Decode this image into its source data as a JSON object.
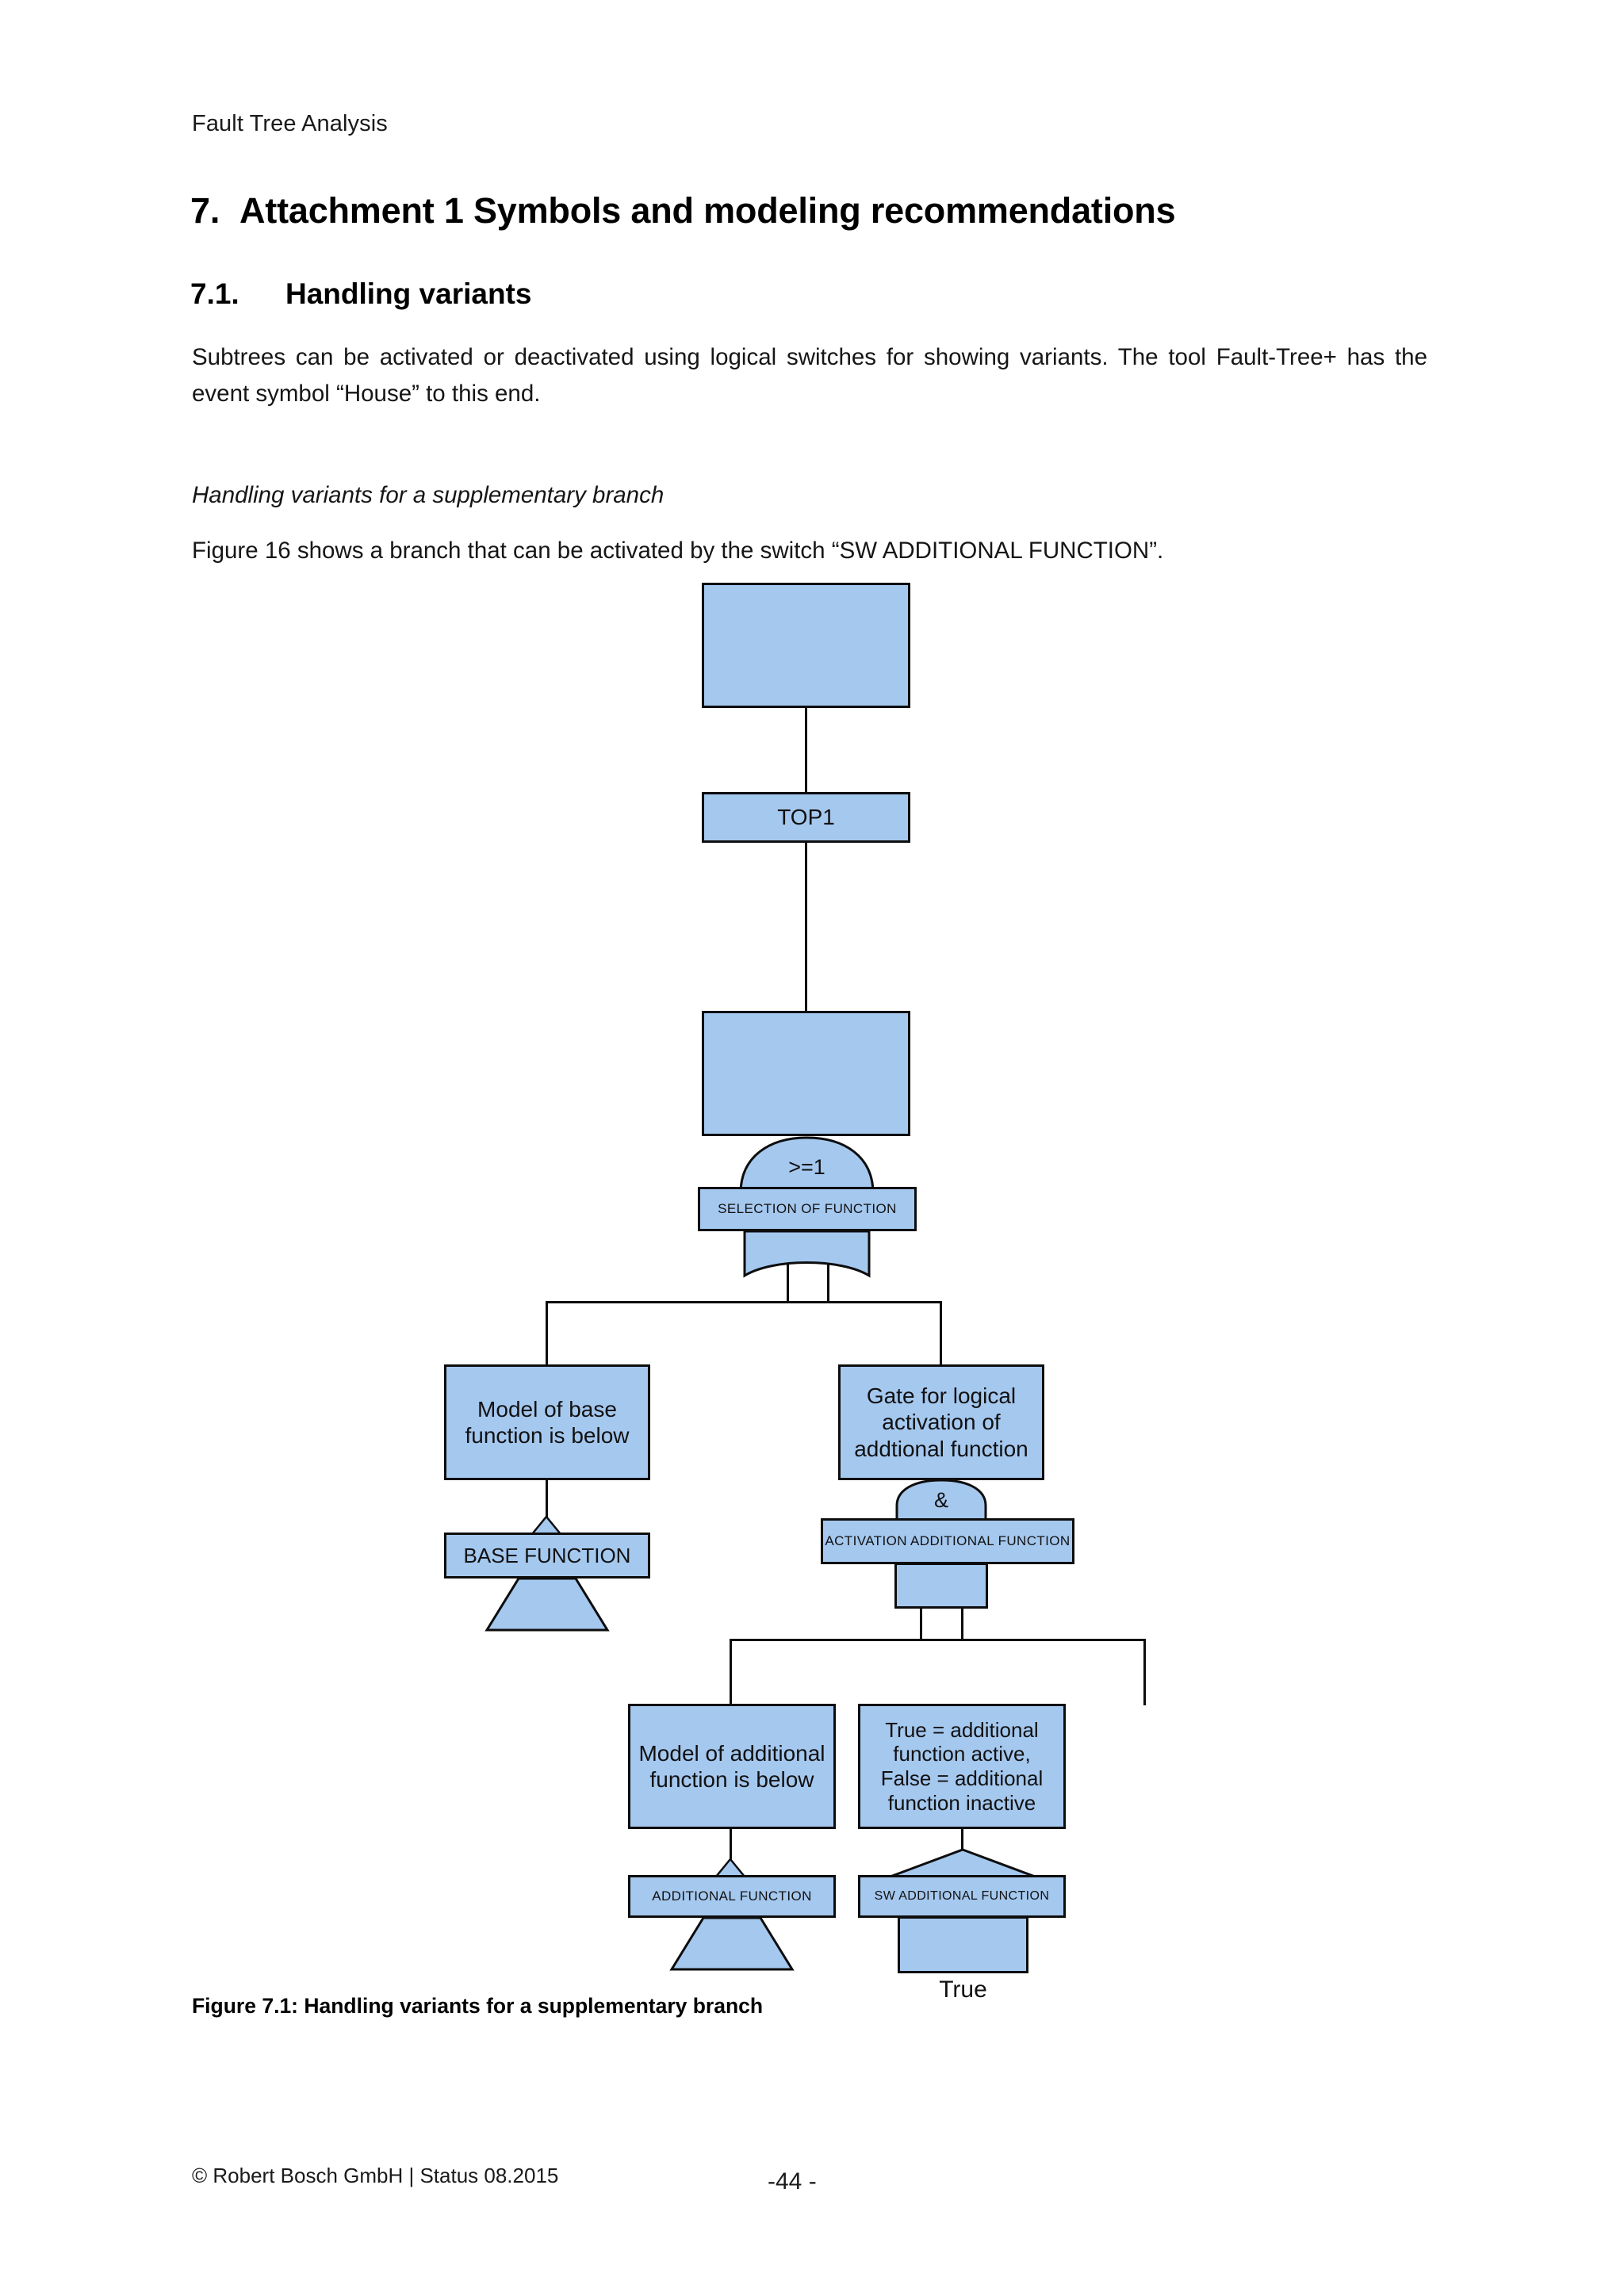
{
  "document": {
    "running_head": "Fault Tree Analysis",
    "heading1": {
      "number": "7.",
      "text": "Attachment 1 Symbols and modeling recommendations"
    },
    "heading2": {
      "number": "7.1.",
      "text": "Handling variants"
    },
    "paragraph_intro": "Subtrees can be activated or deactivated using logical switches for showing variants. The tool Fault-Tree+ has the event symbol “House” to this end.",
    "italic_subheading": "Handling variants for a supplementary branch",
    "paragraph_figure_ref": "Figure 16 shows a branch that can be activated by the switch “SW ADDITIONAL FUNCTION”.",
    "figure_caption": "Figure 7.1: Handling variants for a supplementary branch",
    "footer_left": "© Robert Bosch GmbH | Status 08.2015",
    "footer_page": "-44 -"
  },
  "colors": {
    "node_fill": "#a5c8ef",
    "node_stroke": "#0d0d0d",
    "page_background": "#ffffff",
    "text": "#111111"
  },
  "diagram": {
    "title": "Fault tree: handling variants for a supplementary branch",
    "nodes": {
      "top_event_box": "",
      "top_gate_label": "TOP1",
      "selection_box": "",
      "selection_gate_symbol": ">=1",
      "selection_gate_label": "SELECTION OF FUNCTION",
      "base_model_box": "Model of base function is below",
      "base_function_label": "BASE FUNCTION",
      "activation_gate_box": "Gate for logical activation of addtional function",
      "and_gate_symbol": "&",
      "activation_gate_label": "ACTIVATION ADDITIONAL FUNCTION",
      "additional_model_box": "Model of additional function is below",
      "switch_description_box": "True = additional function active, False = additional function inactive",
      "additional_function_label": "ADDITIONAL FUNCTION",
      "sw_additional_function_label": "SW ADDITIONAL FUNCTION",
      "house_state_value": "True"
    }
  }
}
